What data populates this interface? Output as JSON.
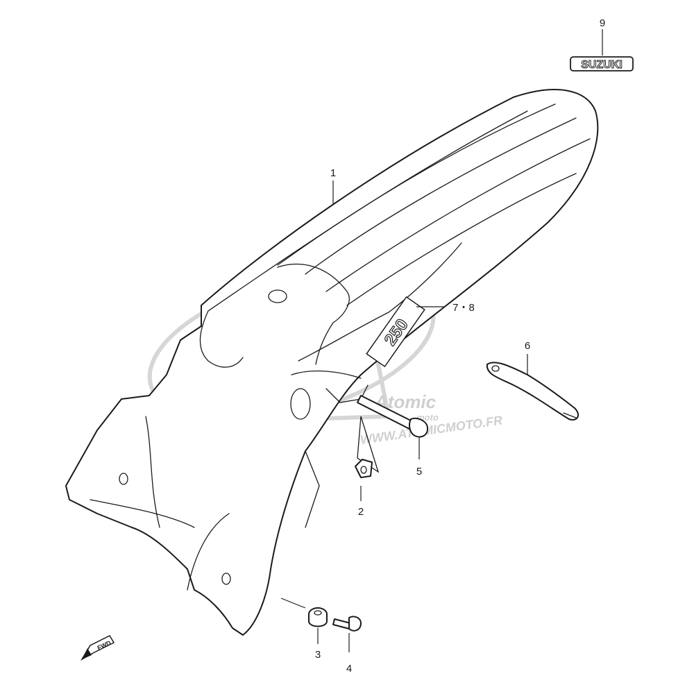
{
  "callouts": {
    "c1": "1",
    "c2": "2",
    "c3": "3",
    "c4": "4",
    "c5": "5",
    "c6": "6",
    "c78": "7・8",
    "c9": "9"
  },
  "emblem_text": "SUZUKI",
  "decal_text": "250",
  "fwd_text": "FWD",
  "watermark": {
    "brand": "Atomic",
    "sub": "moto",
    "url": "WWW.ATOMICMOTO.FR"
  },
  "colors": {
    "line": "#1a1a1a",
    "watermark": "#d0d0d0",
    "background": "#ffffff"
  }
}
